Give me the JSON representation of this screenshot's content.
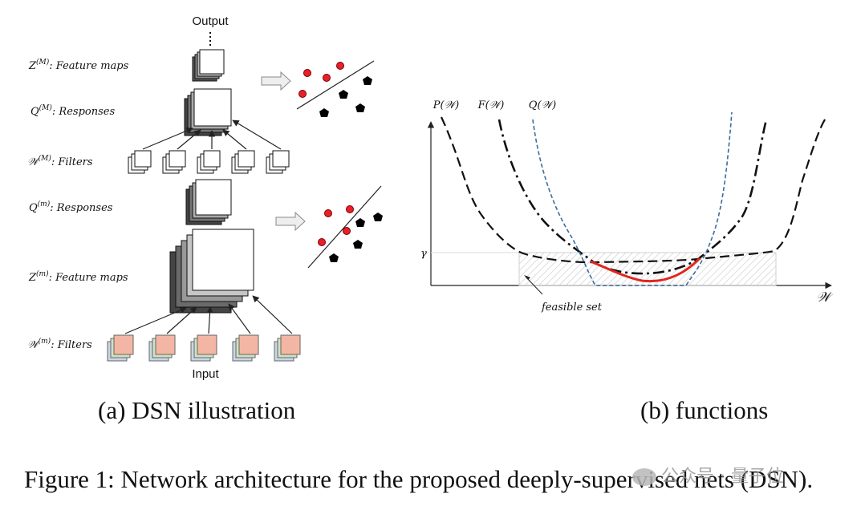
{
  "diagram_a": {
    "output_label": "Output",
    "input_label": "Input",
    "rows": {
      "z_M": {
        "base": "Z",
        "sup": "(M)",
        "text": ": Feature maps"
      },
      "q_M": {
        "base": "Q",
        "sup": "(M)",
        "text": ": Responses"
      },
      "w_M": {
        "base": "𝒲",
        "sup": "(M)",
        "text": ": Filters"
      },
      "q_m": {
        "base": "Q",
        "sup": "(m)",
        "text": ": Responses"
      },
      "z_m": {
        "base": "Z",
        "sup": "(m)",
        "text": ": Feature maps"
      },
      "w_m": {
        "base": "𝒲",
        "sup": "(m)",
        "text": ": Filters"
      }
    },
    "colors": {
      "class_a": "#e8202a",
      "class_b": "#000000",
      "filter_fill": "#f4b6a4",
      "filter_back_1": "#cfe3bd",
      "filter_back_2": "#c9d5ea"
    }
  },
  "diagram_b": {
    "curve_labels": {
      "p": "P(𝒲)",
      "f": "F(𝒲)",
      "q": "Q(𝒲)"
    },
    "axis_x_label": "𝒲",
    "axis_y_label": "γ",
    "feasible_label": "feasible set",
    "colors": {
      "solution": "#e0261e",
      "q_curve": "#3d6c9e",
      "hatch": "#c8c8c8"
    }
  },
  "captions": {
    "a": "(a) DSN illustration",
    "b": "(b) functions",
    "figure": "Figure 1: Network architecture for the proposed deeply-supervised nets (DSN)."
  },
  "watermark": {
    "text": "公众号 · 量子位",
    "icon": "wechat-icon"
  }
}
